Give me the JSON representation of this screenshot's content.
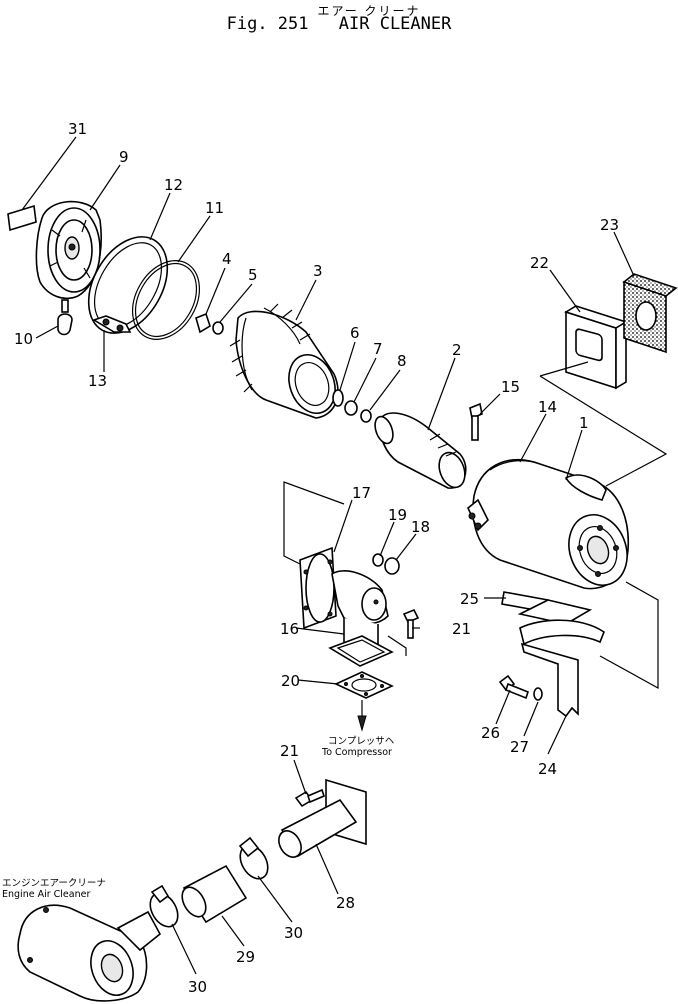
{
  "figure": {
    "title_jp": "エアー クリーナ",
    "fig_number": "Fig. 251",
    "title": "AIR CLEANER"
  },
  "notes": {
    "to_compressor_jp": "コンプレッサヘ",
    "to_compressor": "To Compressor",
    "engine_air_cleaner_jp": "エンジンエアークリーナ",
    "engine_air_cleaner": "Engine Air Cleaner"
  },
  "callouts": [
    "1",
    "2",
    "3",
    "4",
    "5",
    "6",
    "7",
    "8",
    "9",
    "10",
    "11",
    "12",
    "13",
    "14",
    "15",
    "16",
    "17",
    "18",
    "19",
    "20",
    "21",
    "22",
    "23",
    "24",
    "25",
    "26",
    "27",
    "28",
    "29",
    "30"
  ],
  "extra_callouts": {
    "c31": "31",
    "c21b": "21",
    "c30b": "30"
  }
}
